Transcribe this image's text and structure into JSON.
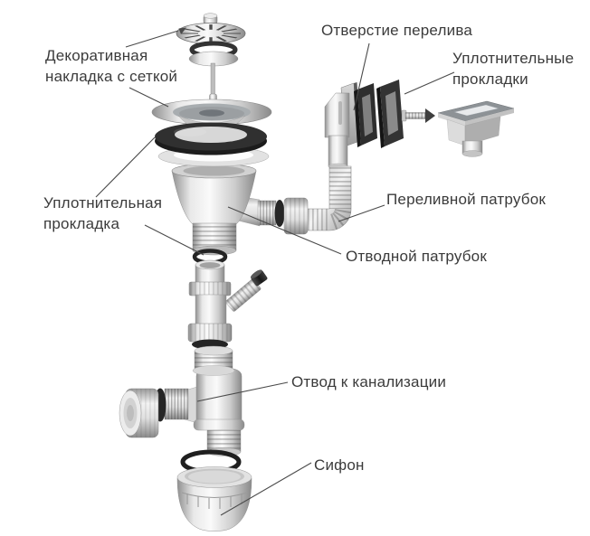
{
  "colors": {
    "background": "#ffffff",
    "label_text": "#3b3b3b",
    "leader_line": "#4a4a4a",
    "dark_rubber": "#2b2b2b",
    "metal_light": "#fafafa",
    "metal_mid": "#c9c9c9",
    "metal_dark": "#8a8a8a"
  },
  "labels": {
    "decorative_cap": {
      "line1": "Декоративная",
      "line2": "накладка с сеткой"
    },
    "overflow_hole": {
      "line1": "Отверстие перелива"
    },
    "overflow_gaskets": {
      "line1": "Уплотнительные",
      "line2": "прокладки"
    },
    "seal_gasket": {
      "line1": "Уплотнительная",
      "line2": "прокладка"
    },
    "overflow_pipe": {
      "line1": "Переливной патрубок"
    },
    "outlet_pipe": {
      "line1": "Отводной патрубок"
    },
    "sewer_outlet": {
      "line1": "Отвод к канализации"
    },
    "siphon": {
      "line1": "Сифон"
    }
  }
}
